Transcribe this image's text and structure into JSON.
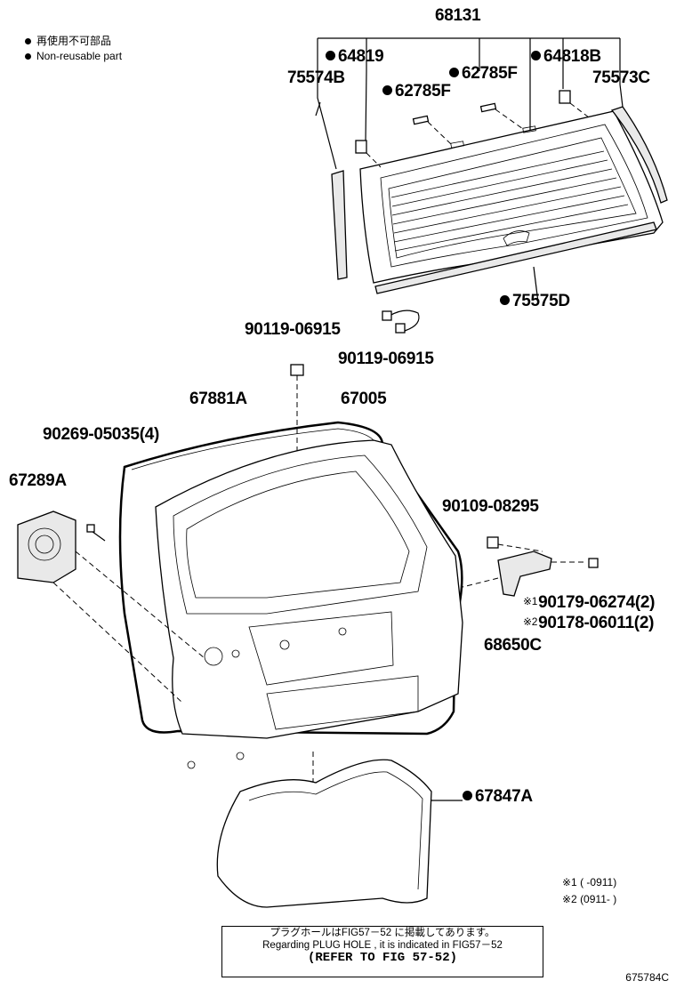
{
  "legend": {
    "line_jp": "再使用不可部品",
    "line_en": "Non-reusable part"
  },
  "parts": {
    "p68131": "68131",
    "p64819": "64819",
    "p75574B": "75574B",
    "p62785F_a": "62785F",
    "p62785F_b": "62785F",
    "p64818B": "64818B",
    "p75573C": "75573C",
    "p75575D": "75575D",
    "p90119_a": "90119-06915",
    "p90119_b": "90119-06915",
    "p67881A": "67881A",
    "p67005": "67005",
    "p90269": "90269-05035(4)",
    "p67289A": "67289A",
    "p90109": "90109-08295",
    "p90179": "90179-06274(2)",
    "p90178": "90178-06011(2)",
    "p68650C": "68650C",
    "p67847A": "67847A"
  },
  "marks": {
    "m1": "※1",
    "m2": "※2"
  },
  "notes": {
    "n1": "※1 (        -0911)",
    "n2": "※2 (0911-        )"
  },
  "reference": {
    "line1": "プラグホールはFIG57－52 に掲載してあります。",
    "line2": "Regarding PLUG HOLE , it is indicated in FIG57－52",
    "line3": "(REFER TO FIG 57-52)"
  },
  "figure_number": "675784C"
}
